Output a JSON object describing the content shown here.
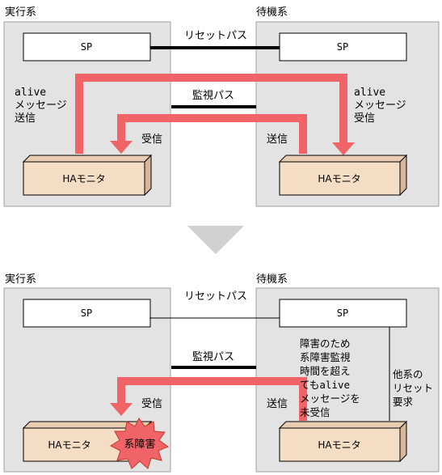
{
  "colors": {
    "system_bg": "#e3e3e3",
    "system_border": "#a0a0a0",
    "sp_fill": "#ffffff",
    "ha_front": "#f5dcc4",
    "ha_side": "#d6b79c",
    "ha_top": "#e9cdb3",
    "heartbeat_arrow": "#f06468",
    "burst_fill": "#f06468",
    "path_line": "#000000",
    "transition_arrow": "#d0d0d0"
  },
  "top": {
    "left_system_label": "実行系",
    "right_system_label": "待機系",
    "sp_left": "SP",
    "sp_right": "SP",
    "reset_path_label": "リセットパス",
    "monitor_path_label": "監視パス",
    "alive_left_lines": [
      "alive",
      "メッセージ",
      "送信"
    ],
    "alive_right_lines": [
      "alive",
      "メッセージ",
      "受信"
    ],
    "receive_label": "受信",
    "send_label": "送信",
    "ha_left": "HAモニタ",
    "ha_right": "HAモニタ"
  },
  "bottom": {
    "left_system_label": "実行系",
    "right_system_label": "待機系",
    "sp_left": "SP",
    "sp_right": "SP",
    "reset_path_label": "リセットパス",
    "monitor_path_label": "監視パス",
    "receive_label": "受信",
    "send_label": "送信",
    "ha_left": "HAモニタ",
    "ha_right": "HAモニタ",
    "failure_label": "系障害",
    "timeout_lines": [
      "障害のため",
      "系障害監視",
      "時間を超え",
      "てもalive",
      "メッセージを",
      "未受信"
    ],
    "reset_request_lines": [
      "他系の",
      "リセット",
      "要求"
    ]
  }
}
